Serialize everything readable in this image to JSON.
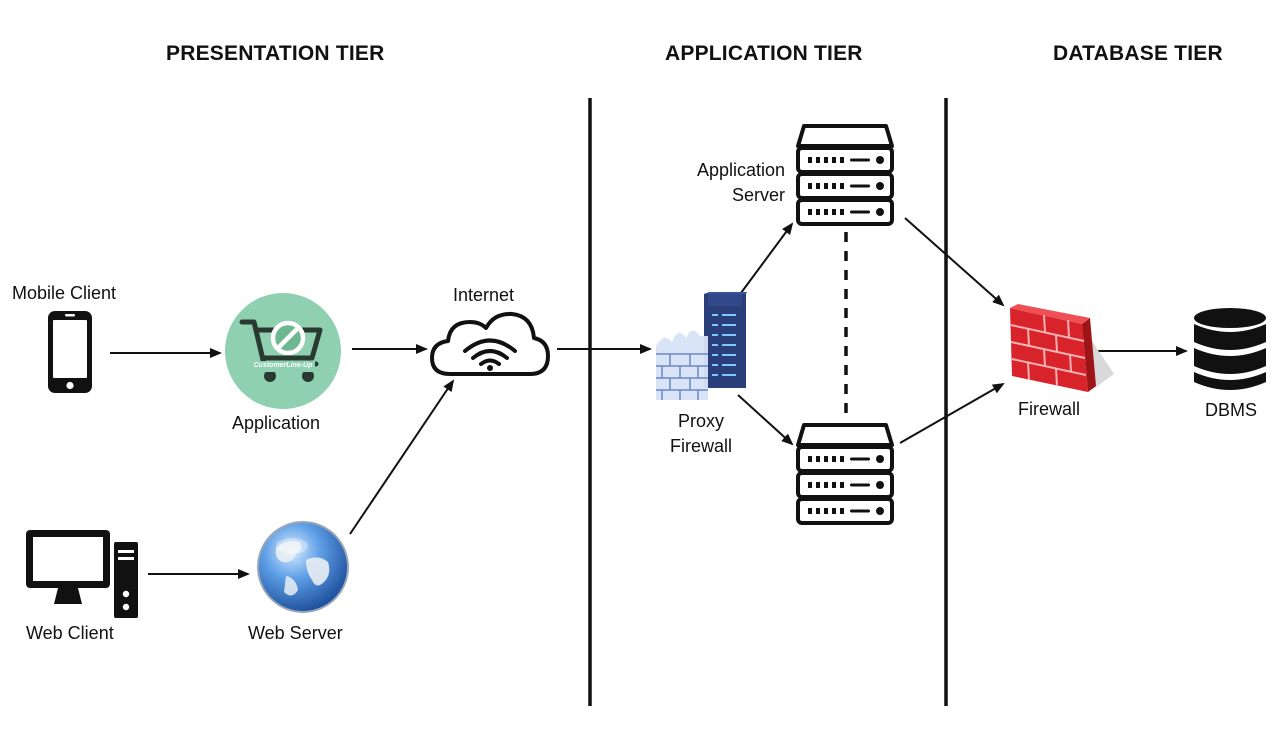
{
  "tiers": {
    "presentation": "PRESENTATION TIER",
    "application": "APPLICATION TIER",
    "database": "DATABASE TIER"
  },
  "nodes": {
    "mobile_client": "Mobile Client",
    "application": "Application",
    "app_logo_text": "CustomerLine-Up",
    "internet": "Internet",
    "web_client": "Web Client",
    "web_server": "Web Server",
    "proxy_firewall_line1": "Proxy",
    "proxy_firewall_line2": "Firewall",
    "app_server_line1": "Application",
    "app_server_line2": "Server",
    "firewall": "Firewall",
    "dbms": "DBMS"
  },
  "colors": {
    "app_circle": "#8fd0b0",
    "firewall_red": "#d8232a",
    "globe_blue": "#2f74c8",
    "proxy_navy": "#24386e"
  }
}
